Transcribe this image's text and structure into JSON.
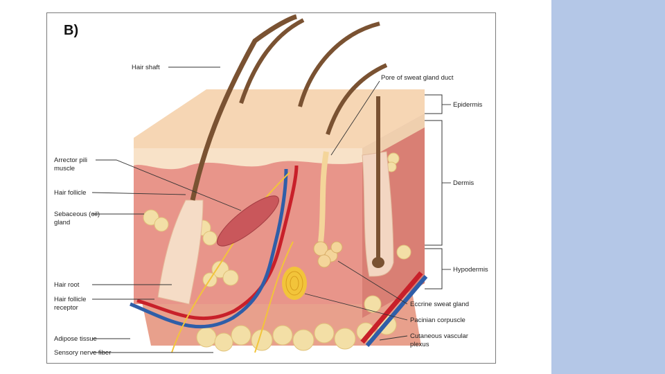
{
  "figure": {
    "label": "B)"
  },
  "labels": {
    "hair_shaft": "Hair shaft",
    "pore": "Pore of sweat gland duct",
    "epidermis": "Epidermis",
    "arrector_line1": "Arrector pili",
    "arrector_line2": "muscle",
    "dermis": "Dermis",
    "hair_follicle": "Hair follicle",
    "sebaceous_line1": "Sebaceous (oil)",
    "sebaceous_line2": "gland",
    "hypodermis": "Hypodermis",
    "hair_root": "Hair root",
    "follicle_receptor_line1": "Hair follicle",
    "follicle_receptor_line2": "receptor",
    "eccrine": "Eccrine sweat gland",
    "pacinian": "Pacinian corpuscle",
    "adipose": "Adipose tissue",
    "vascular_line1": "Cutaneous vascular",
    "vascular_line2": "plexus",
    "sensory": "Sensory nerve fiber"
  },
  "colors": {
    "side_panel": "#b4c7e7",
    "epidermis": "#f6d6b4",
    "dermis": "#e8958a",
    "hypodermis_fat": "#f3dfa6",
    "hair": "#7a5232",
    "artery": "#c8202a",
    "vein": "#2f5ea8",
    "nerve": "#f2c43a"
  }
}
